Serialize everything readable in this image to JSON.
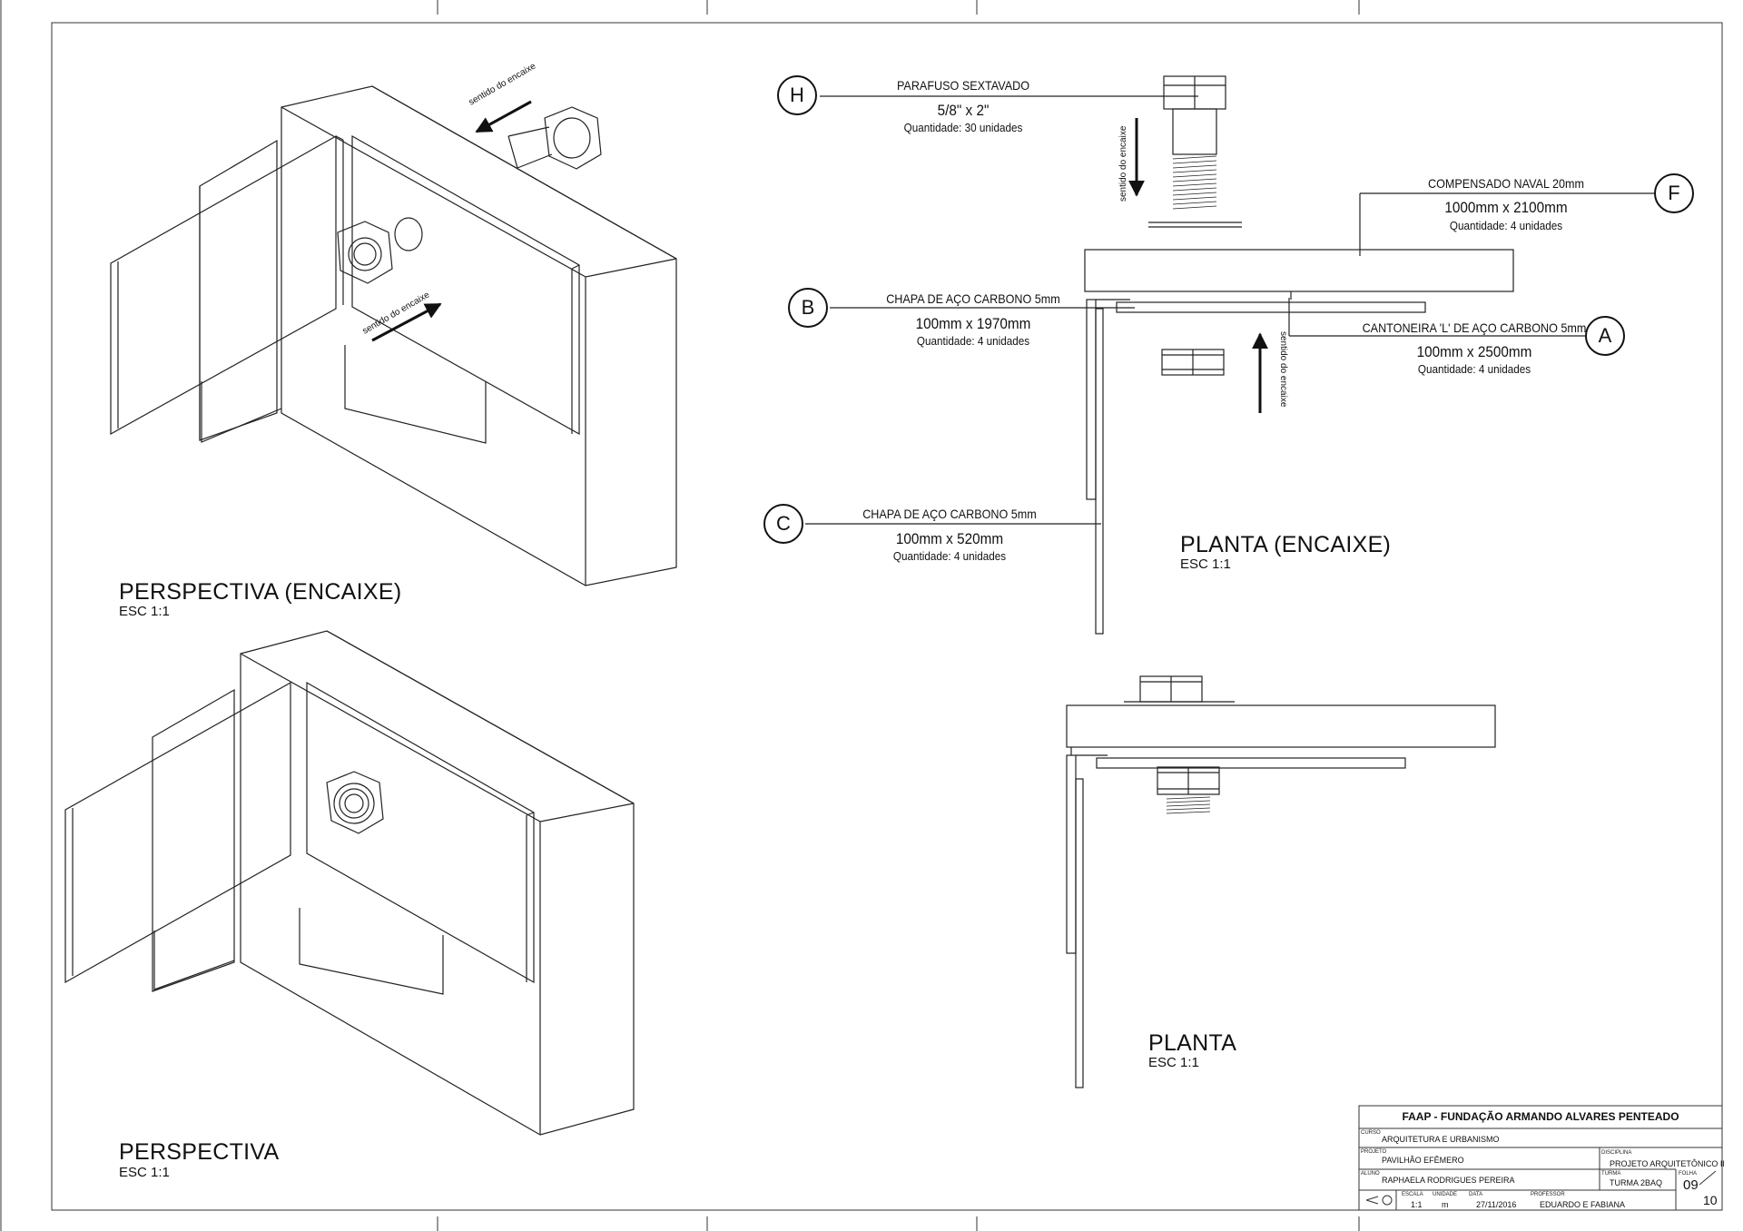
{
  "views": {
    "perspectiva_encaixe": {
      "title": "PERSPECTIVA (ENCAIXE)",
      "scale": "ESC 1:1"
    },
    "perspectiva": {
      "title": "PERSPECTIVA",
      "scale": "ESC 1:1"
    },
    "planta_encaixe": {
      "title": "PLANTA (ENCAIXE)",
      "scale": "ESC 1:1"
    },
    "planta": {
      "title": "PLANTA",
      "scale": "ESC 1:1"
    }
  },
  "callouts": {
    "H": {
      "tag": "H",
      "name": "PARAFUSO SEXTAVADO",
      "dims": "5/8\" x 2\"",
      "qty": "Quantidade: 30 unidades"
    },
    "F": {
      "tag": "F",
      "name": "COMPENSADO NAVAL 20mm",
      "dims": "1000mm x 2100mm",
      "qty": "Quantidade: 4 unidades"
    },
    "B": {
      "tag": "B",
      "name": "CHAPA DE AÇO CARBONO 5mm",
      "dims": "100mm x 1970mm",
      "qty": "Quantidade: 4 unidades"
    },
    "A": {
      "tag": "A",
      "name": "CANTONEIRA 'L' DE AÇO CARBONO 5mm",
      "dims": "100mm x 2500mm",
      "qty": "Quantidade: 4 unidades"
    },
    "C": {
      "tag": "C",
      "name": "CHAPA DE AÇO CARBONO 5mm",
      "dims": "100mm x 520mm",
      "qty": "Quantidade: 4 unidades"
    }
  },
  "annotations": {
    "direction": "sentido do encaixe"
  },
  "title_block": {
    "institution": "FAAP - FUNDAÇÃO ARMANDO ALVARES PENTEADO",
    "curso_label": "CURSO",
    "curso": "ARQUITETURA E URBANISMO",
    "projeto_label": "PROJETO",
    "projeto": "PAVILHÃO EFÊMERO",
    "disciplina_label": "DISCIPLINA",
    "disciplina": "PROJETO ARQUITETÔNICO II",
    "aluno_label": "ALUNO",
    "aluno": "RAPHAELA RODRIGUES PEREIRA",
    "turma_label": "TURMA",
    "turma": "TURMA 2BAQ",
    "folha_label": "FOLHA",
    "folha": "09",
    "folha_total": "10",
    "escala_label": "ESCALA",
    "escala": "1:1",
    "unidade_label": "UNIDADE",
    "unidade": "m",
    "data_label": "DATA",
    "data": "27/11/2016",
    "professor_label": "PROFESSOR",
    "professor": "EDUARDO E FABIANA"
  }
}
